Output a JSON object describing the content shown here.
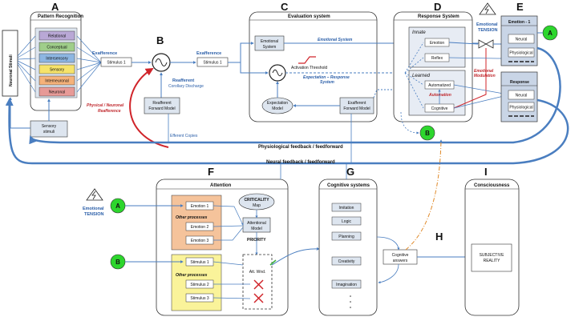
{
  "section_letters": {
    "a": "A",
    "b": "B",
    "c": "C",
    "d": "D",
    "e": "E",
    "f": "F",
    "g": "G",
    "h": "H",
    "i": "I"
  },
  "panel_a": {
    "title": "Pattern Recognition",
    "items": [
      "Relational",
      "Conceptual",
      "Intersensory",
      "Sensory",
      "Interneuronal",
      "Neuronal"
    ],
    "item_colors": [
      "#b9a8d6",
      "#9fce8a",
      "#8db6e2",
      "#f6e36a",
      "#f5b27a",
      "#e79a97"
    ],
    "sensory_stimuli": [
      "Sensory",
      "stimuli"
    ]
  },
  "neuronal_stimuli": "Neuronal Stimuli",
  "panel_b": {
    "exafference_left": "Exafference",
    "stimulus_left": "Stimulus 1",
    "exafference_right": "Exafference",
    "stimulus_right": "Stimulus 1",
    "reafferent": "Reafferent",
    "corollary": "Corollary Discharge",
    "physical_reafference": [
      "Physical / Neuronal",
      "Reafference"
    ],
    "reafferent_model": [
      "Reafferent",
      "Forward Model"
    ],
    "efferent_copies": "Efferent Copies"
  },
  "panel_c": {
    "title": "Evaluation system",
    "emotional_system_box": [
      "Emotional",
      "System"
    ],
    "emotional_system_arrow": "Emotional System",
    "activation_threshold": "Activation Threshold",
    "expectation_response": [
      "Expectation – Response",
      "System"
    ],
    "expectation_model": [
      "Expectation",
      "Model"
    ],
    "exafferent_model": [
      "Exafferent",
      "Forward Model"
    ]
  },
  "panel_d": {
    "title": "Response System",
    "innate": "Innate",
    "emotion": "Emotion",
    "reflex": "Reflex",
    "learned": "Learned",
    "automatized": "Automatized",
    "automation": "Automation",
    "cognitive": "Cognitive",
    "emotional_tension": [
      "Emotional",
      "TENSION"
    ],
    "emotional_modulation": [
      "Emotional",
      "Modulation"
    ]
  },
  "panel_e": {
    "emotion_title": "Emotion - 1",
    "neural": "Neural",
    "physiological": "Physiological",
    "response_title": "Response",
    "neural2": "Neural",
    "physiological2": "Physiological"
  },
  "connectors": {
    "a": "A",
    "b": "B"
  },
  "feedback": {
    "physiological": "Physiological feedback / feedforward",
    "neural": "Neural feedback / feedforward"
  },
  "panel_f": {
    "title": "Attention",
    "emotional_tension": [
      "Emotional",
      "TENSION"
    ],
    "emotions": [
      "Emotion 1",
      "Emotion 2",
      "Emotion 3"
    ],
    "other_processes": "Other processes",
    "criticality": "CRITICALITY",
    "map": "Map",
    "attentional_model": [
      "Attentional",
      "Model"
    ],
    "priority": "PRIORITY",
    "stimuli": [
      "Stimulus 1",
      "Stimulus 2",
      "Stimulus 3"
    ],
    "other_processes_2": "Other processes",
    "att_wnd": "Att. Wnd."
  },
  "panel_g": {
    "title": "Cognitive systems",
    "items": [
      "Imitation",
      "Logic",
      "Planning",
      "Creativity",
      "Imagination"
    ],
    "ellipsis": "·",
    "cognitive_answers": [
      "Cognitive",
      "answers"
    ]
  },
  "panel_i": {
    "title": "Consciousness",
    "subjective": [
      "SUBJECTIVE",
      "REALITY"
    ]
  },
  "colors": {
    "arrow_blue": "#4a7ec0",
    "dark_blue": "#2a5ea8",
    "red": "#d0242a",
    "orange": "#e08a2a",
    "box_fill": "#ffffff",
    "panel_fill": "#ffffff",
    "box_header": "#c9d4e4",
    "orange_fill": "#f5c39b",
    "yellow_fill": "#faf39a",
    "green": "#2dd62d",
    "bluegray": "#c9d5e6"
  }
}
